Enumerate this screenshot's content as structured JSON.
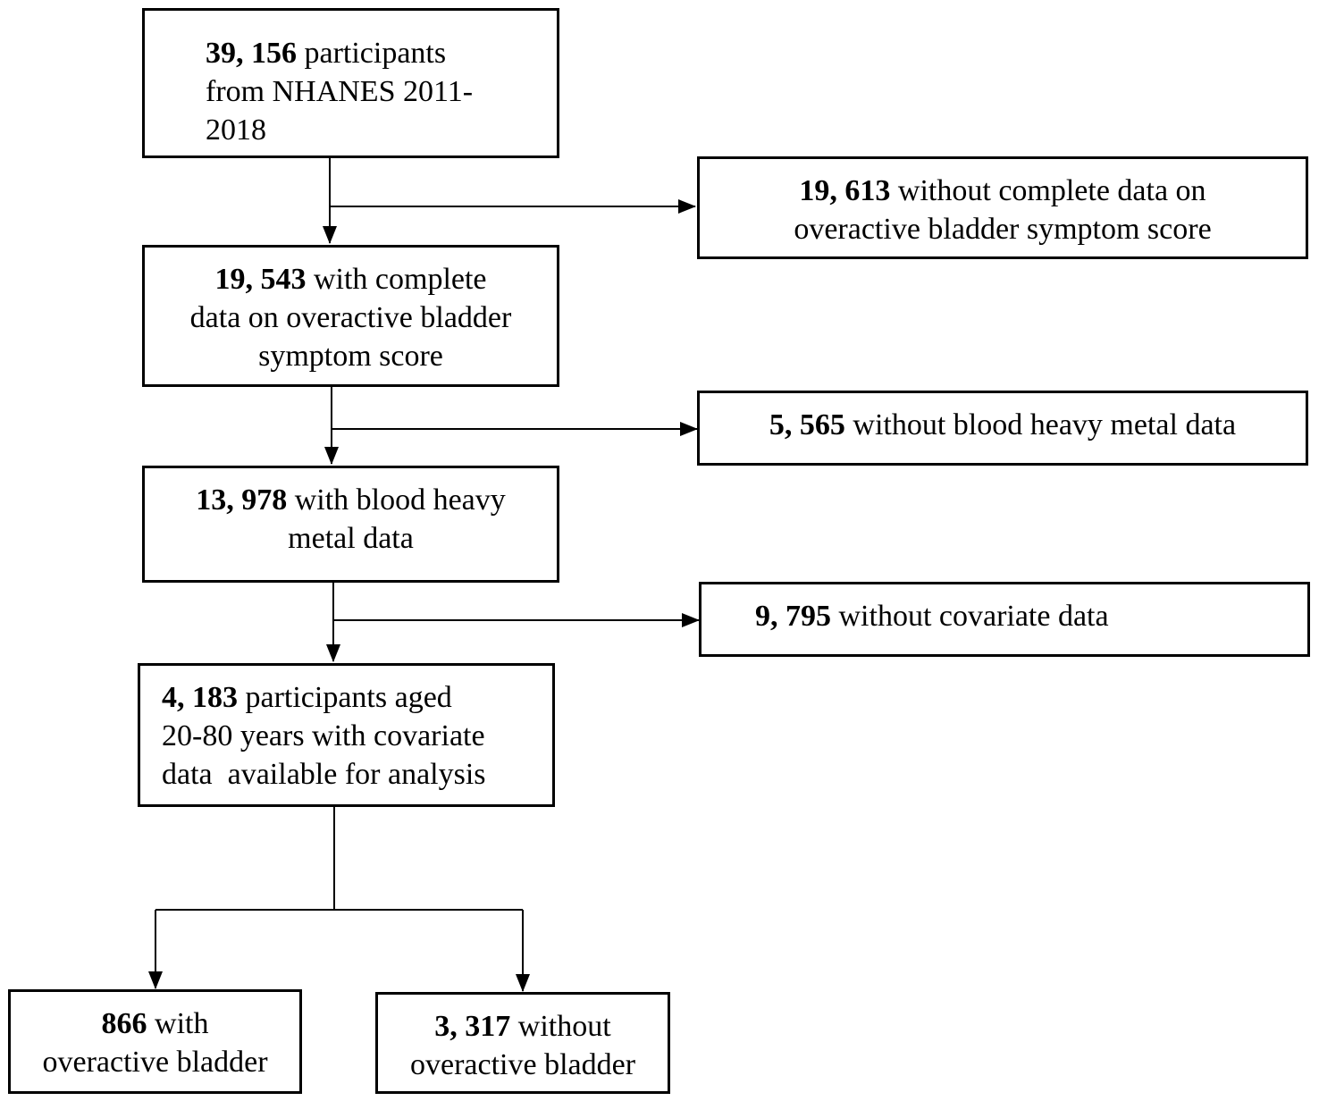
{
  "boxes": {
    "b1": {
      "count": "39, 156",
      "line1": " participants",
      "line2": "from NHANES 2011-",
      "line3": "2018"
    },
    "b2": {
      "count": "19, 613",
      "line1": " without complete data on",
      "line2": "overactive bladder symptom score"
    },
    "b3": {
      "count": "19, 543",
      "line1": " with complete",
      "line2": "data on overactive bladder",
      "line3": "symptom score"
    },
    "b4": {
      "count": "5, 565",
      "line1": " without blood heavy metal data"
    },
    "b5": {
      "count": "13, 978",
      "line1": " with blood heavy",
      "line2": "metal data"
    },
    "b6": {
      "count": "9, 795",
      "line1": " without covariate data"
    },
    "b7": {
      "count": "4, 183",
      "line1": " participants aged",
      "line2": "20-80 years with covariate",
      "line3": "data  available for analysis"
    },
    "b8": {
      "count": "866",
      "line1": " with",
      "line2": "overactive bladder"
    },
    "b9": {
      "count": "3, 317",
      "line1": " without",
      "line2": "overactive bladder"
    }
  }
}
